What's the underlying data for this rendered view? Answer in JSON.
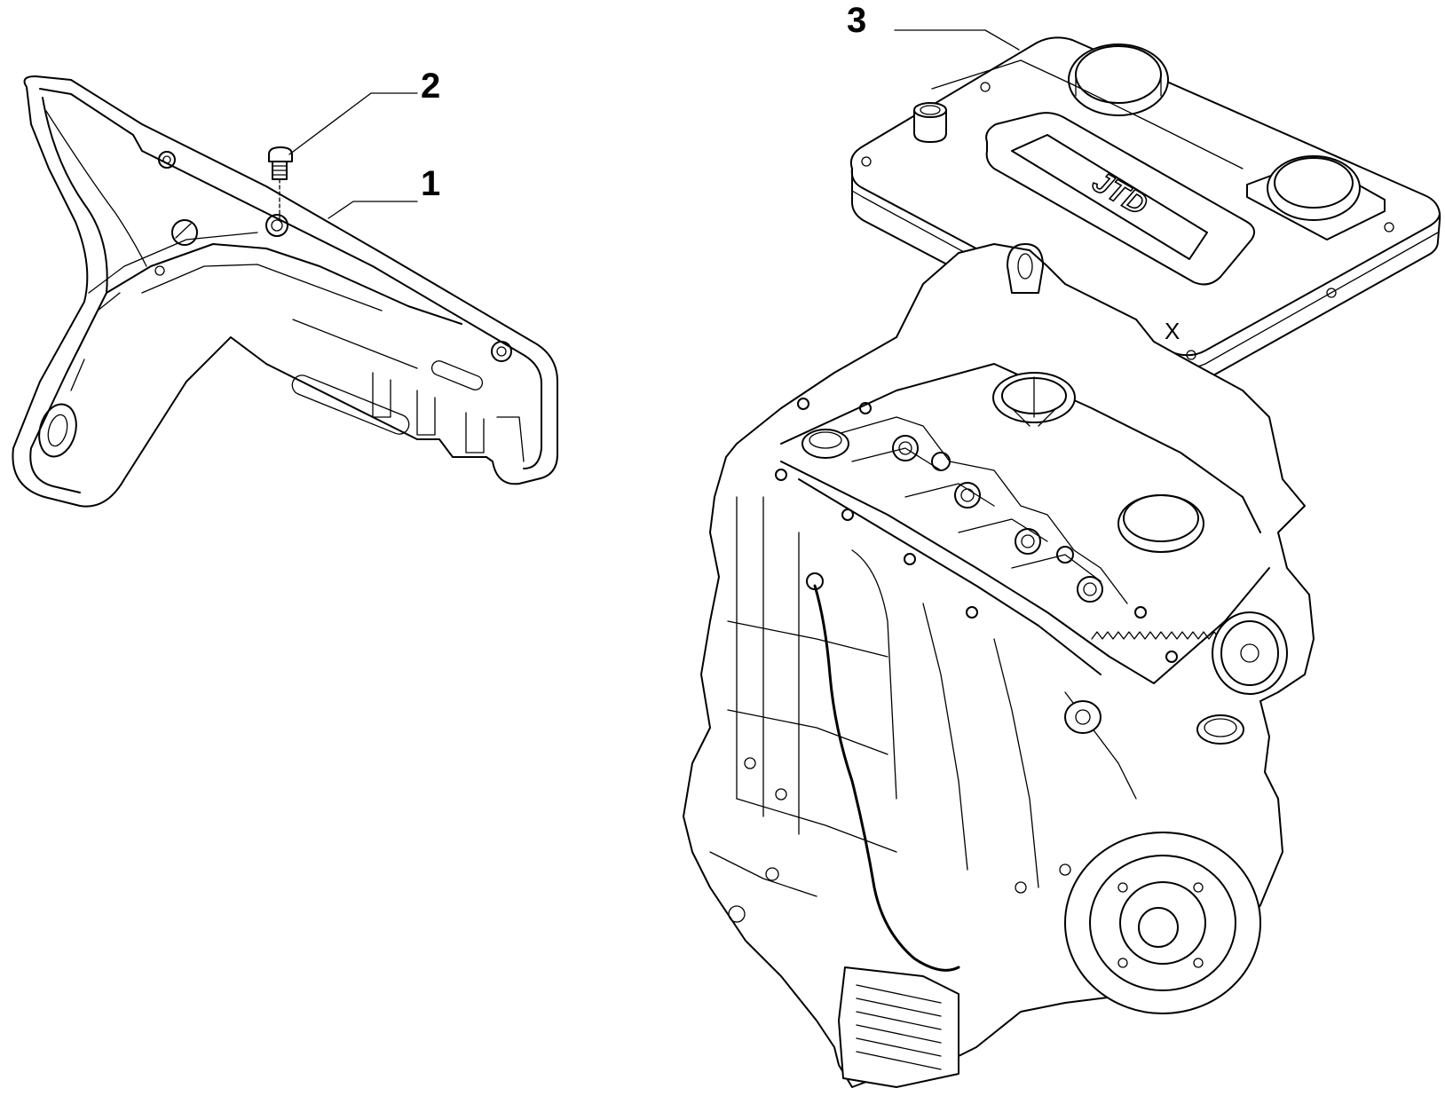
{
  "callouts": [
    {
      "id": "1",
      "label": "1"
    },
    {
      "id": "2",
      "label": "2"
    },
    {
      "id": "3",
      "label": "3"
    }
  ],
  "cover_mark": "X",
  "cover_logo": "JTD",
  "colors": {
    "line": "#000000",
    "background": "#ffffff"
  }
}
